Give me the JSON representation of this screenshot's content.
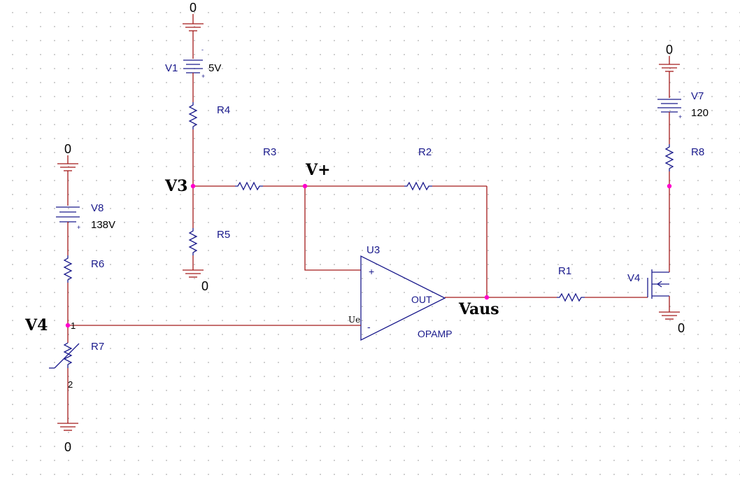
{
  "net_labels": {
    "v3": "V3",
    "v_plus": "V+",
    "v4": "V4",
    "vaus": "Vaus"
  },
  "sources": {
    "v1": {
      "ref": "V1",
      "value": "5V"
    },
    "v7": {
      "ref": "V7",
      "value": "120"
    },
    "v8": {
      "ref": "V8",
      "value": "138V"
    }
  },
  "resistors": [
    "R1",
    "R2",
    "R3",
    "R4",
    "R5",
    "R6",
    "R7",
    "R8"
  ],
  "r7_pins": {
    "pin1": "1",
    "pin2": "2"
  },
  "opamp": {
    "ref": "U3",
    "part": "OPAMP",
    "plus": "+",
    "minus": "-",
    "out": "OUT",
    "ue": "Ue"
  },
  "mosfet": {
    "ref": "V4"
  },
  "ground_label": "0",
  "battery_signs": {
    "minus": "-",
    "plus": "+"
  },
  "colors": {
    "wire": "#a31a1a",
    "symbol": "#1a1a8c",
    "node": "#ff00cc",
    "grid": "#c9c9c9"
  }
}
